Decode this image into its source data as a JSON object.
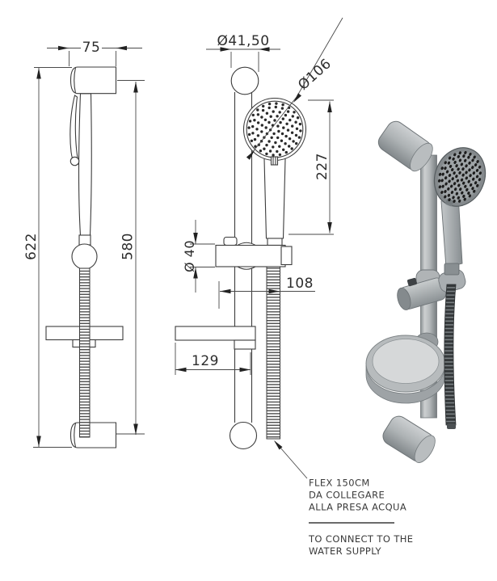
{
  "dimensions": {
    "side_width": "75",
    "side_total_height": "622",
    "side_rail_height": "580",
    "front_bracket_diameter": "Ø41,50",
    "front_head_diameter": "Ø106",
    "front_head_drop": "227",
    "front_holder_diameter": "Ø 40",
    "front_holder_offset": "108",
    "front_dish_width": "129"
  },
  "annotation": {
    "italian_lines": [
      "FLEX 150CM",
      "DA COLLEGARE",
      "ALLA PRESA ACQUA"
    ],
    "english_lines": [
      "TO CONNECT TO THE",
      "WATER SUPPLY"
    ]
  },
  "colors": {
    "line": "#3c3c3c",
    "dimension_text": "#2d2d2d",
    "render_body": "#aab0b3",
    "render_shadow": "#6e7477",
    "render_dish_inner": "#d6d8d9",
    "render_hose": "#34383a",
    "nozzle_dots": "#1c1c1c"
  }
}
